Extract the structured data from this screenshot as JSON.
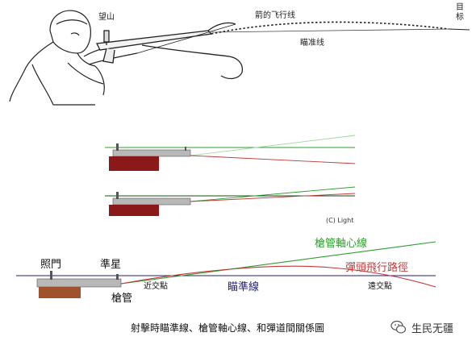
{
  "top": {
    "rear_sight_label": "望山",
    "arrow_path_label": "箭的飞行线",
    "aim_line_label": "瞄准线",
    "target_label": "目标"
  },
  "middle": {
    "copyright": "(C) Light"
  },
  "bottom": {
    "rear_sight": "照門",
    "front_sight": "準星",
    "barrel": "槍管",
    "bore_axis": "槍管軸心線",
    "trajectory": "彈頭飛行路徑",
    "line_of_sight": "瞄準線",
    "near_zero": "近交點",
    "far_zero": "遠交點"
  },
  "caption": "射擊時瞄準線、槍管軸心線、和彈道間關係圖",
  "watermark": "生民无疆",
  "colors": {
    "bore_axis": "#2e9e2e",
    "trajectory": "#c03a3a",
    "line_of_sight": "#22226e",
    "stock_dark": "#8a1a1a",
    "stock_brown": "#a0522d",
    "barrel_gray": "#b8b8b8"
  }
}
